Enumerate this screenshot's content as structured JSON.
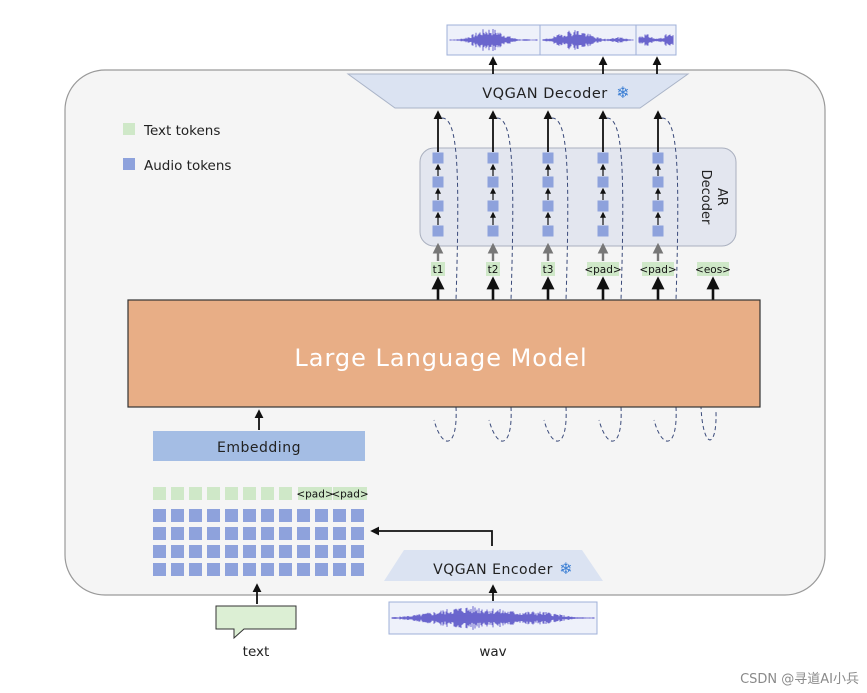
{
  "legend": {
    "text_tokens": "Text tokens",
    "audio_tokens": "Audio tokens"
  },
  "decoder": {
    "label": "VQGAN Decoder",
    "snowflake": "❄"
  },
  "encoder": {
    "label": "VQGAN Encoder",
    "snowflake": "❄"
  },
  "ar_decoder": {
    "line1": "AR",
    "line2": "Decoder"
  },
  "output_tokens": [
    "t1",
    "t2",
    "t3",
    "<pad>",
    "<pad>",
    "<eos>"
  ],
  "llm": {
    "label": "Large Language Model"
  },
  "embedding": {
    "label": "Embedding"
  },
  "input_pad_tokens": [
    "<pad>",
    "<pad>"
  ],
  "inputs": {
    "text_label": "text",
    "wav_label": "wav"
  },
  "watermark": "CSDN @寻道AI小兵",
  "colors": {
    "text_token": "#cfe8c8",
    "audio_token": "#8ea2dc",
    "llm_fill": "#e8ae86",
    "embedding_fill": "#a4bde4",
    "vqgan_fill": "#dbe3f2",
    "ar_fill": "#e3e6ef",
    "container_fill": "#f5f5f5",
    "waveform": "#5b55c8",
    "snowflake": "#3c7fd4"
  }
}
